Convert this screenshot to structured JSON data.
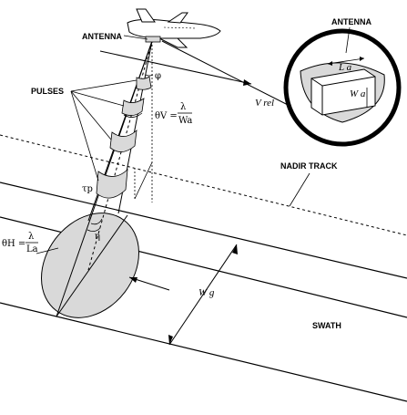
{
  "labels": {
    "antenna": "ANTENNA",
    "inset_antenna": "ANTENNA",
    "pulses": "PULSES",
    "nadir_track": "NADIR TRACK",
    "swath": "SWATH",
    "vrel": "V rel",
    "ws": "W g",
    "la": "L a",
    "wa": "W a",
    "theta_v_lhs": "θV =",
    "theta_v_num": "λ",
    "theta_v_den": "Wa",
    "theta_h_lhs": "θH =",
    "theta_h_num": "λ",
    "theta_h_den": "La",
    "phi": "φ",
    "eta": "η",
    "tau_p": "τp"
  }
}
